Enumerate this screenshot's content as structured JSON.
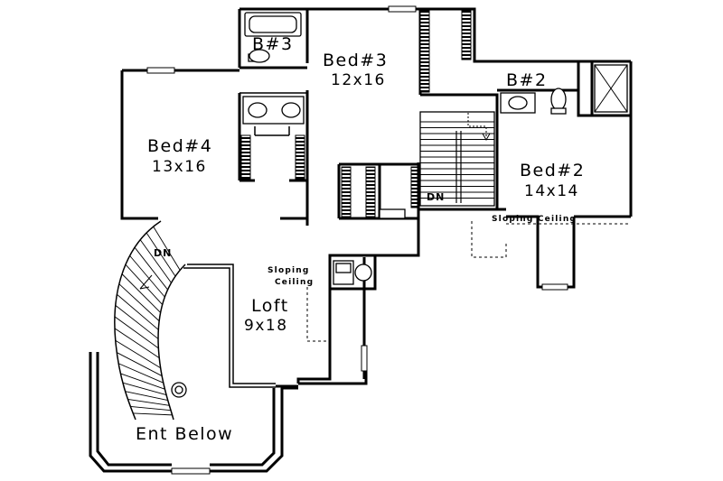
{
  "rooms": {
    "bed4": {
      "name": "Bed#4",
      "size": "13x16"
    },
    "bed3": {
      "name": "Bed#3",
      "size": "12x16"
    },
    "bed2": {
      "name": "Bed#2",
      "size": "14x14"
    },
    "bath3": {
      "name": "B#3"
    },
    "bath2": {
      "name": "B#2"
    },
    "loft": {
      "name": "Loft",
      "size": "9x18"
    },
    "entry": {
      "name": "Ent Below"
    }
  },
  "annotations": {
    "dn_main_stair": "DN",
    "dn_curved_stair": "DN",
    "sloping_ceiling_bed2": "Sloping Ceiling",
    "sloping_ceiling_loft_line1": "Sloping",
    "sloping_ceiling_loft_line2": "Ceiling"
  }
}
